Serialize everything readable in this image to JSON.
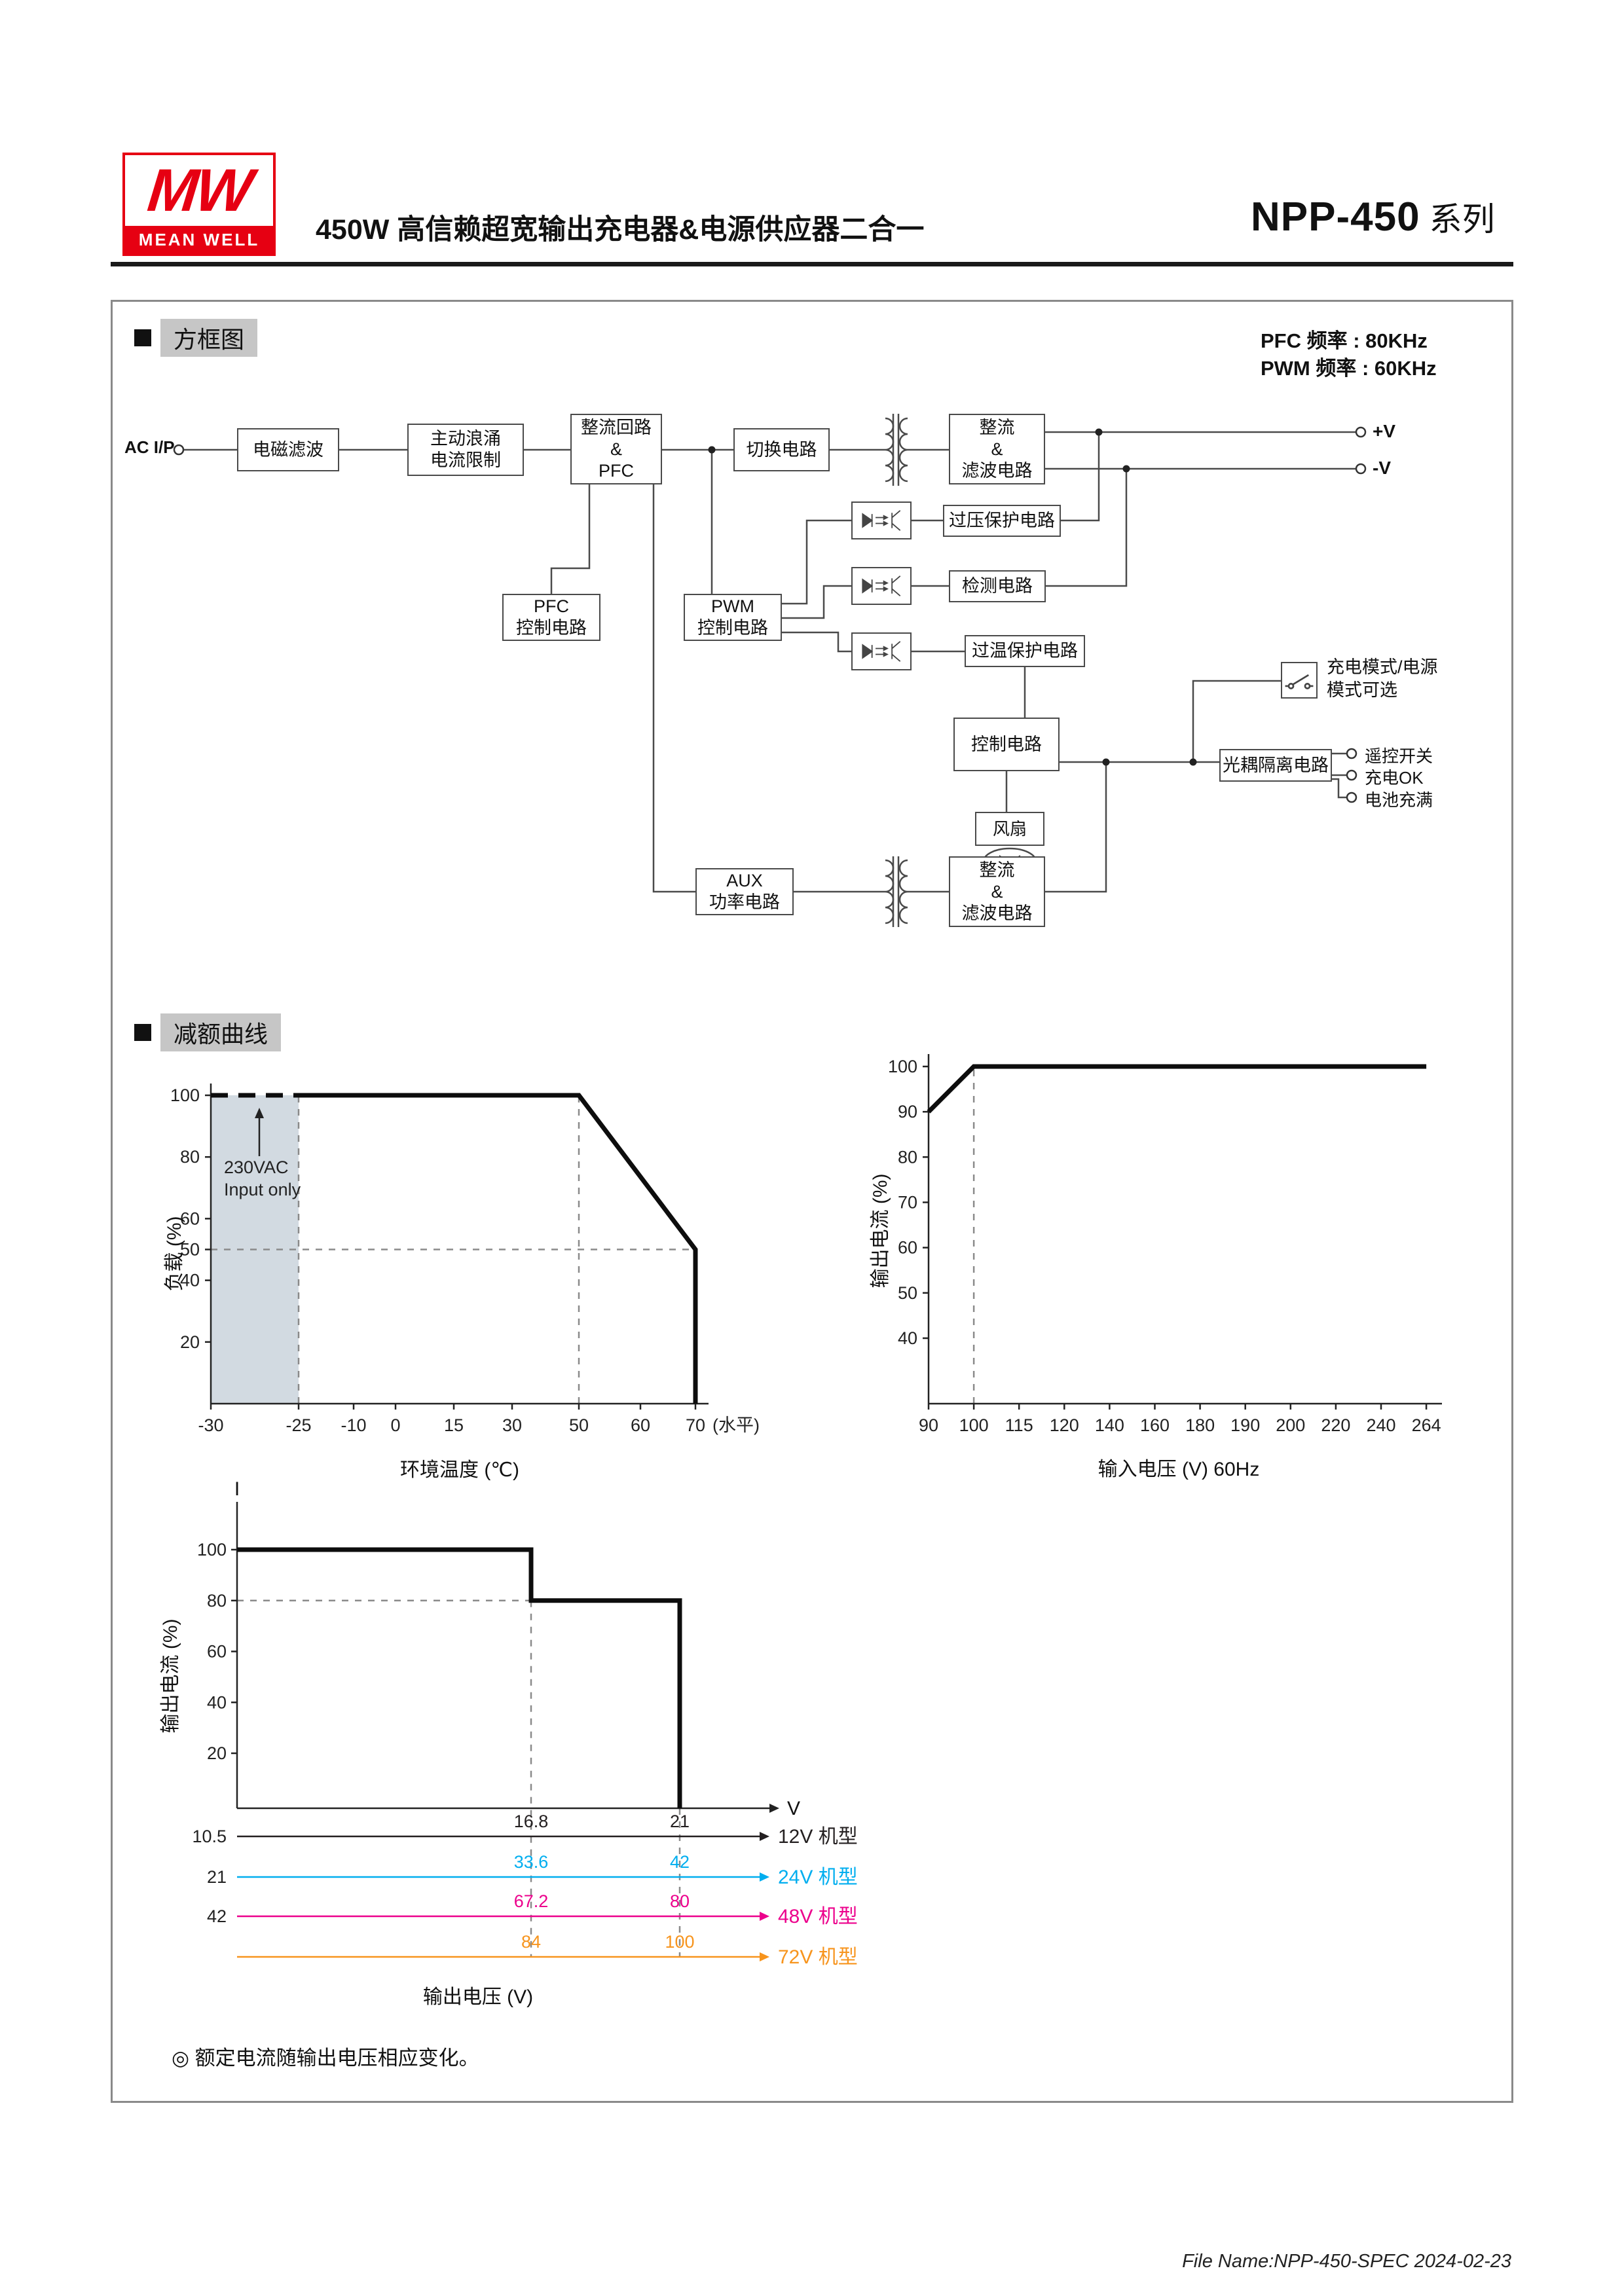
{
  "header": {
    "logo_mw": "MW",
    "logo_text": "MEAN WELL",
    "title": "450W 高信赖超宽输出充电器&电源供应器二合一",
    "series": "NPP-450",
    "series_suffix": "系列"
  },
  "sections": {
    "block_diagram": "方框图",
    "derating": "减额曲线"
  },
  "diagram": {
    "pfc_freq": "PFC 频率 : 80KHz",
    "pwm_freq": "PWM 频率 : 60KHz",
    "ac_input": "AC I/P",
    "boxes": {
      "emi": "电磁滤波",
      "surge": "主动浪涌\n电流限制",
      "pfc_rect": "整流回路\n&\nPFC",
      "switching": "切换电路",
      "rect_filter": "整流\n&\n滤波电路",
      "ovp": "过压保护电路",
      "detect": "检测电路",
      "otp": "过温保护电路",
      "pfc_ctrl": "PFC\n控制电路",
      "pwm_ctrl": "PWM\n控制电路",
      "control": "控制电路",
      "opto_iso": "光耦隔离电路",
      "fan": "风扇",
      "aux": "AUX\n功率电路",
      "rect_filter2": "整流\n&\n滤波电路"
    },
    "mode_select": "充电模式/电源\n模式可选",
    "terminals": {
      "vplus": "+V",
      "vminus": "-V",
      "remote": "遥控开关",
      "charge_ok": "充电OK",
      "battery_full": "电池充满"
    }
  },
  "chart_data": [
    {
      "type": "line",
      "name": "ambient-temperature-derating",
      "xlabel": "环境温度 (℃)",
      "xlabel_suffix": "(水平)",
      "ylabel": "负载 (%)",
      "xticks": [
        -30,
        -25,
        -10,
        0,
        15,
        30,
        50,
        60,
        70
      ],
      "yticks": [
        20,
        40,
        50,
        60,
        80,
        100
      ],
      "xlim": [
        -30,
        70
      ],
      "ylim": [
        0,
        100
      ],
      "grid": false,
      "shaded_region_x": [
        -30,
        -25
      ],
      "shaded_note": "230VAC\nInput only",
      "dashed_curve": [
        [
          -30,
          100
        ],
        [
          -25,
          100
        ]
      ],
      "solid_curve": [
        [
          -25,
          100
        ],
        [
          50,
          100
        ],
        [
          70,
          50
        ],
        [
          70,
          0
        ]
      ],
      "guides_v": [
        -25,
        50
      ],
      "guides_h": [
        50
      ]
    },
    {
      "type": "line",
      "name": "input-voltage-derating",
      "xlabel": "输入电压 (V) 60Hz",
      "ylabel": "输出电流 (%)",
      "xticks": [
        90,
        100,
        115,
        120,
        140,
        160,
        180,
        190,
        200,
        220,
        240,
        264
      ],
      "yticks": [
        40,
        50,
        60,
        70,
        80,
        90,
        100
      ],
      "ylim": [
        0,
        100
      ],
      "grid": false,
      "solid_curve": [
        [
          90,
          90
        ],
        [
          100,
          100
        ],
        [
          264,
          100
        ]
      ],
      "guides_v": [
        100
      ],
      "guides_h": []
    },
    {
      "type": "step",
      "name": "output-voltage-vs-current",
      "xlabel": "输出电压 (V)",
      "ylabel": "输出电流 (%)",
      "y_axis_top_label": "I",
      "x_axis_right_label": "V",
      "yticks": [
        100,
        80,
        60,
        40,
        20
      ],
      "row_axis_ticks": [
        "10.5",
        "21",
        "42"
      ],
      "current_levels_pct": [
        100,
        80
      ],
      "rows": [
        {
          "label": "12V 机型",
          "breakpoints": [
            "16.8",
            "21"
          ],
          "color": "#231f20"
        },
        {
          "label": "24V 机型",
          "breakpoints": [
            "33.6",
            "42"
          ],
          "color": "#00aeef"
        },
        {
          "label": "48V 机型",
          "breakpoints": [
            "67.2",
            "80"
          ],
          "color": "#ec008c"
        },
        {
          "label": "72V 机型",
          "breakpoints": [
            "84",
            "100"
          ],
          "color": "#f7941d"
        }
      ]
    }
  ],
  "note": "◎ 额定电流随输出电压相应变化。",
  "footer": "File Name:NPP-450-SPEC  2024-02-23"
}
